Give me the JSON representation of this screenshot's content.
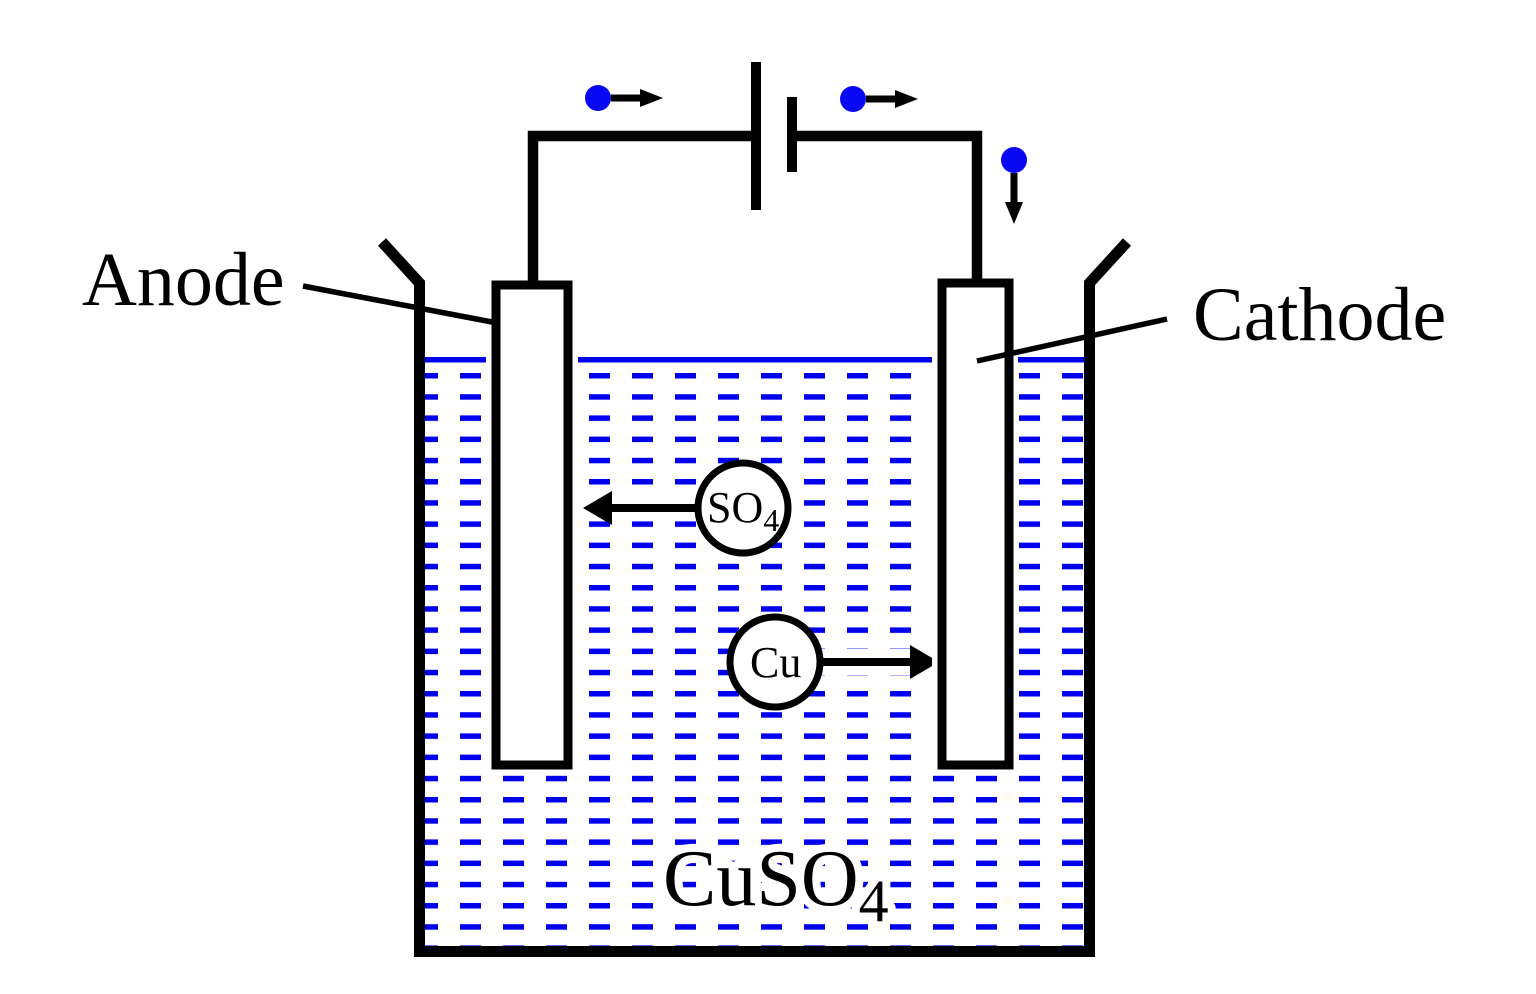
{
  "figure": {
    "background": "#ffffff",
    "colors": {
      "outline": "#000000",
      "solution_blue": "#0000ee",
      "electron_blue": "#0808f2"
    }
  },
  "labels": {
    "anode": "Anode",
    "cathode": "Cathode",
    "sulfate_main": "SO",
    "sulfate_sub": "4",
    "copper": "Cu",
    "solution_main": "CuSO",
    "solution_sub": "4"
  }
}
